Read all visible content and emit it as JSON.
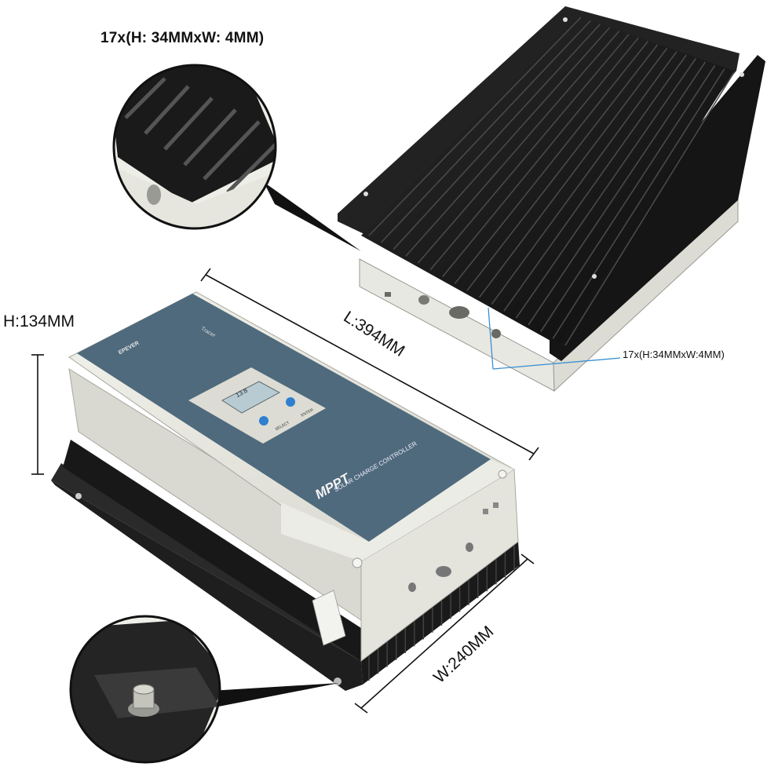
{
  "callout_top": {
    "count": "17x",
    "spec": "(H: 34MMxW: 4MM)"
  },
  "callout_right": "17x(H:34MMxW:4MM)",
  "dimensions": {
    "height": "H:134MM",
    "length": "L:394MM",
    "width": "W:240MM"
  },
  "device": {
    "brand": "EPEVER",
    "model": "Tracer",
    "product_line": "MPPT",
    "product_type": "SOLAR CHARGE CONTROLLER",
    "display_value": "13.8",
    "select_label": "SELECT",
    "enter_label": "ENTER"
  },
  "colors": {
    "panel": "#4f6a7c",
    "body": "#e9e9e2",
    "heatsink": "#1c1c1c",
    "button": "#2f7fd0",
    "leader_line": "#3a8fd0"
  }
}
